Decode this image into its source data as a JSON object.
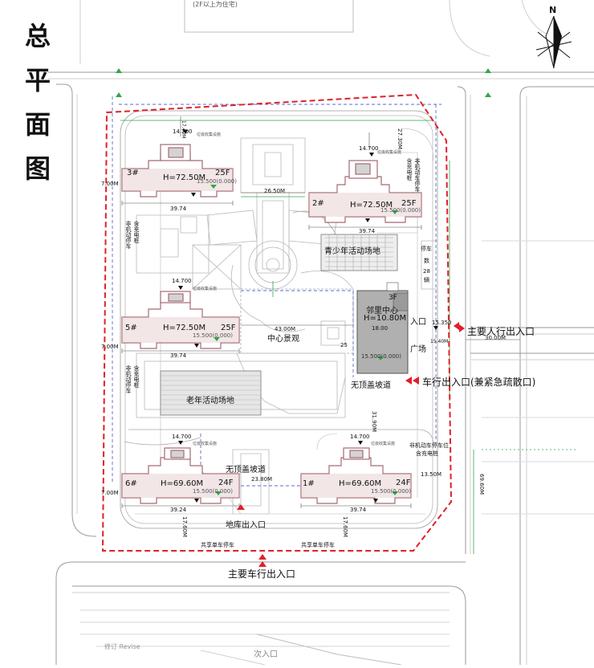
{
  "title_chars": [
    "总",
    "平",
    "面",
    "图"
  ],
  "top_note": "(2F以上为住宅)",
  "north": "N",
  "buildings": [
    {
      "id": "3#",
      "height": "H=72.50M",
      "floors": "25F",
      "elev": "15.500(0.000)",
      "dim_top": "14.700",
      "dim_w": "39.74",
      "note": "垃圾收集设施"
    },
    {
      "id": "2#",
      "height": "H=72.50M",
      "floors": "25F",
      "elev": "15.500(0.000)",
      "dim_top": "14.700",
      "dim_w": "39.74",
      "note": "垃圾收集设施"
    },
    {
      "id": "5#",
      "height": "H=72.50M",
      "floors": "25F",
      "elev": "15.500(0.000)",
      "dim_top": "14.700",
      "dim_w": "39.74",
      "note": "垃圾收集设施"
    },
    {
      "id": "6#",
      "height": "H=69.60M",
      "floors": "24F",
      "elev": "15.500(0.000)",
      "dim_top": "14.700",
      "dim_w": "39.24",
      "note": "垃圾收集设施"
    },
    {
      "id": "1#",
      "height": "H=69.60M",
      "floors": "24F",
      "elev": "15.500(0.000)",
      "dim_top": "14.700",
      "dim_w": "39.74",
      "note": "垃圾收集设施"
    }
  ],
  "community_center": {
    "floors": "3F",
    "name": "邻里中心",
    "height": "H=10.80M",
    "width": "18.00",
    "elev": "15.500(0.000)"
  },
  "labels": {
    "youth_area": "青少年活动场地",
    "elder_area": "老年活动场地",
    "central_landscape": "中心景观",
    "entrance_plaza_1": "入口",
    "entrance_plaza_2": "广场",
    "roofless_ramp_1": "无顶盖坡道",
    "roofless_ramp_2": "无顶盖坡道",
    "garage_exit": "地库出入口",
    "bike_parking_1": "共享单车停车",
    "bike_parking_2": "共享单车停车",
    "nonmotor_1": "非机动停车",
    "nonmotor_1b": "含充电桩",
    "nonmotor_2": "非机动停车",
    "nonmotor_2b": "含充电桩",
    "nonmotor_3": "非机动车停车",
    "nonmotor_3b": "含充电桩",
    "nonmotor_4": "非机动车停车位",
    "nonmotor_4b": "含充电桩",
    "parking_1": "停车",
    "parking_2": "数",
    "parking_3": "28",
    "parking_4": "辆",
    "elev_1": "15.350",
    "elev_2": "15.40M",
    "dim_road": "30.00M",
    "dim_26": "26.50M",
    "dim_43": "43.00M",
    "dim_23": "23.80M",
    "dim_13": "13.50M",
    "dim_7a": "7.00M",
    "dim_7b": "7.00M",
    "dim_7c": "7.00M",
    "dim_31": "31.90M",
    "dim_17a": "17.60M",
    "dim_17b": "17.60M",
    "dim_69": "69.60M",
    "dim_27": "27.30M",
    "dim_25": "25",
    "dim_top": "17.40M",
    "secondary_entrance": "次入口"
  },
  "entrances": {
    "main_pedestrian": "主要人行出入口",
    "vehicle": "车行出入口(兼紧急疏散口)",
    "main_vehicle": "主要车行出入口"
  },
  "colors": {
    "boundary": "#e0202a",
    "arrow": "#e0202a",
    "green": "#2fa84a",
    "road": "#9a9a9a",
    "building": "#c49aa0"
  }
}
